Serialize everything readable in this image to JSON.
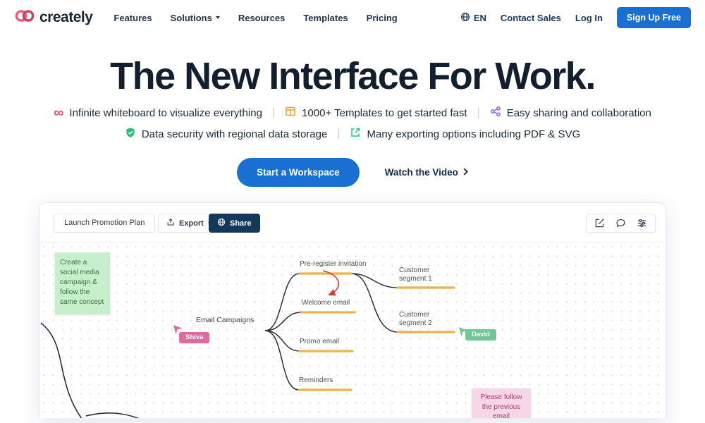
{
  "header": {
    "logo_text": "creately",
    "nav": [
      {
        "label": "Features"
      },
      {
        "label": "Solutions"
      },
      {
        "label": "Resources"
      },
      {
        "label": "Templates"
      },
      {
        "label": "Pricing"
      }
    ],
    "language": "EN",
    "contact_sales": "Contact Sales",
    "log_in": "Log In",
    "sign_up": "Sign Up Free"
  },
  "hero": {
    "title": "The New Interface For Work.",
    "features_row1": [
      {
        "icon": "infinity-icon",
        "label": "Infinite whiteboard to visualize everything"
      },
      {
        "icon": "templates-icon",
        "label": "1000+ Templates to get started fast"
      },
      {
        "icon": "share-nodes-icon",
        "label": "Easy sharing and collaboration"
      }
    ],
    "features_row2": [
      {
        "icon": "shield-check-icon",
        "label": "Data security with regional data storage"
      },
      {
        "icon": "export-icon",
        "label": "Many exporting options including PDF & SVG"
      }
    ],
    "cta_primary": "Start a Workspace",
    "cta_secondary": "Watch the Video"
  },
  "whiteboard": {
    "doc_title": "Launch Promotion Plan",
    "export_button": "Export",
    "share_button": "Share",
    "toolbar_icons": [
      "edit-icon",
      "comment-icon",
      "settings-sliders-icon"
    ],
    "sticky_notes": [
      {
        "text": "Create a social media campaign & follow the same concept",
        "color": "#c7efcb"
      },
      {
        "text": "Please follow the previous email",
        "color": "#f7d6e7"
      }
    ],
    "collaborators": [
      {
        "name": "Shiva",
        "color": "#df6aa0"
      },
      {
        "name": "David",
        "color": "#72c595"
      }
    ],
    "mindmap": {
      "root": "Email Campaigns",
      "children": [
        "Pre-register invitation",
        "Welcome email",
        "Promo email",
        "Reminders"
      ],
      "segments": [
        "Customer segment 1",
        "Customer segment 2"
      ]
    }
  },
  "colors": {
    "primary_blue": "#1970d2",
    "accent_pink": "#e8566f",
    "accent_green": "#27c07d",
    "accent_orange": "#f59e33",
    "accent_purple": "#9a5fd8",
    "share_navy": "#14375c",
    "node_yellow": "#eab546",
    "root_underline_left": "#cf5b3e",
    "root_underline_right": "#f0ab45"
  }
}
